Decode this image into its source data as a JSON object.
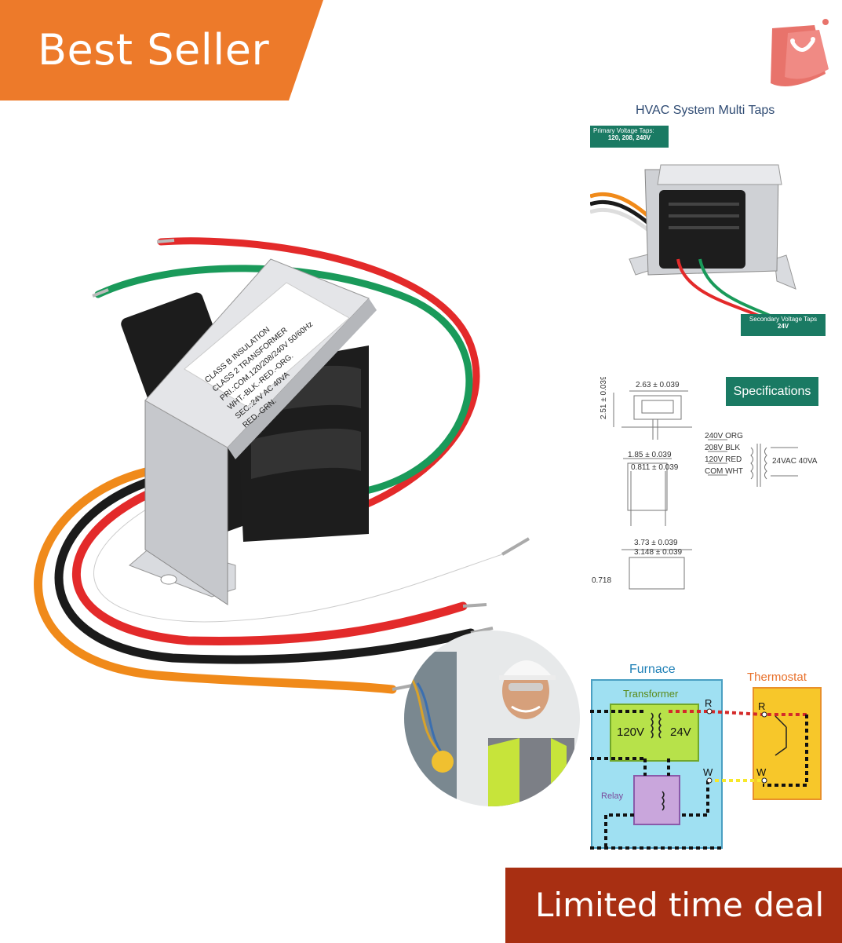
{
  "badges": {
    "best_seller": "Best Seller",
    "limited_deal": "Limited time deal"
  },
  "colors": {
    "best_seller_bg": "#ed7a2a",
    "deal_bg": "#a82f12",
    "spec_label_bg": "#1a7a63",
    "furnace_bg": "#9fe0f2",
    "transformer_bg": "#b7e24a",
    "thermostat_bg": "#f7c72a",
    "relay_bg": "#c9a6dc"
  },
  "product_label": {
    "lines": [
      "CLASS B INSULATION",
      "CLASS 2 TRANSFORMER",
      "PRI.:COM.120/208/240V 50/60Hz",
      "WHT.-BLK.-RED.-ORG.",
      "SEC.:24V AC 40VA",
      "RED.-GRN."
    ]
  },
  "multitaps": {
    "title": "HVAC System Multi Taps",
    "primary_label": "Primary Voltage Taps:",
    "primary_value": "120, 208, 240V",
    "secondary_label": "Secondary Voltage Taps",
    "secondary_value": "24V"
  },
  "specs": {
    "title": "Specifications",
    "dim_top": "2.63 ± 0.039",
    "dim_side": "2.51 ± 0.039",
    "dim_mid1": "1.85 ± 0.039",
    "dim_mid2": "0.811 ± 0.039",
    "dim_bottom1": "3.73 ± 0.039",
    "dim_bottom2": "3.148 ± 0.039",
    "dim_height": "0.718",
    "taps": [
      "240V ORG",
      "208V BLK",
      "120V RED",
      "COM WHT"
    ],
    "sec_out": "24VAC 40VA"
  },
  "wiring": {
    "furnace": "Furnace",
    "transformer": "Transformer",
    "thermostat": "Thermostat",
    "relay": "Relay",
    "v_primary": "120V",
    "v_secondary": "24V",
    "terminal_r": "R",
    "terminal_w": "W"
  },
  "icons": {
    "logo": "shopping-bag-icon"
  }
}
